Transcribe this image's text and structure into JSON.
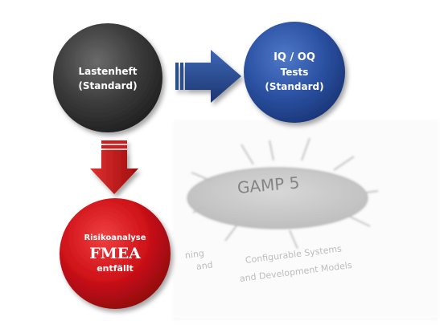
{
  "nodes": {
    "lastenheft": {
      "line1": "Lastenheft",
      "line2": "(Standard)",
      "color": "#3a3a3a"
    },
    "iq_oq": {
      "line1": "IQ / OQ",
      "line2": "Tests",
      "line3": "(Standard)",
      "color": "#2f55a4"
    },
    "risiko": {
      "line1": "Risikoanalyse",
      "line2": "FMEA",
      "line3": "entfällt",
      "color": "#d0141b"
    }
  },
  "background": {
    "center_label": "GAMP 5",
    "label_lower": "Configurable Systems",
    "label_lower2": "and Development Models",
    "label_left": "ning",
    "label_left2": "and"
  },
  "colors": {
    "arrow_blue": "#2b4f8e",
    "arrow_red": "#d21a1a",
    "faded_ellipse": "#9a9a9a"
  }
}
